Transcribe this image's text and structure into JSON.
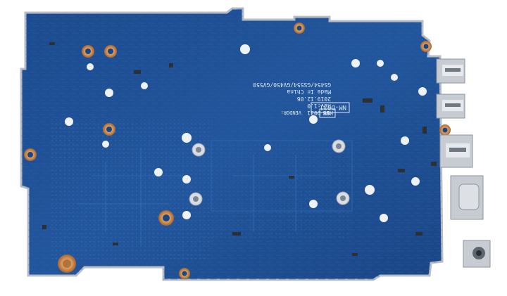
{
  "photo": {
    "colors": {
      "background": "#ffffff",
      "pcb": "#1f4f93",
      "pcb_dark": "#173f7d",
      "copper": "#c98a4e",
      "copper_dark": "#8a5326",
      "silkscreen": "#dfe8f5",
      "metal": "#c9ccd2"
    },
    "silkscreen": {
      "board_code": "NM-D031",
      "revision": "Rev:1.0",
      "date": "2019.12.06",
      "made_in": "Made In China",
      "model_list": "GS454/GS554/GV450/GV550",
      "board_id": "NM-D031",
      "vendor_label": "VENDOR:",
      "vendor": "HSB"
    }
  }
}
